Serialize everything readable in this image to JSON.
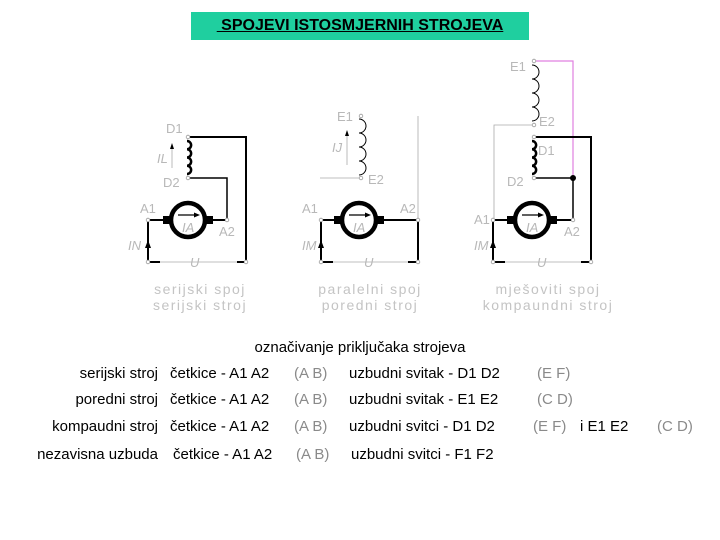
{
  "title": " SPOJEVI ISTOSMJERNIH STROJEVA",
  "colors": {
    "title_bg": "#1fcf9f",
    "compound_link": "#e080e0",
    "labels": "#b8b8b8"
  },
  "diagrams": [
    {
      "labels": {
        "coil_top": "D1",
        "coil_bottom": "D2",
        "current": "IL",
        "a1": "A1",
        "a2": "A2",
        "motor": "IA",
        "line_current": "IN",
        "voltage": "U"
      },
      "caption": [
        "serijski  spoj",
        "serijski  stroj"
      ]
    },
    {
      "labels": {
        "coil_top": "E1",
        "coil_bottom": "E2",
        "current": "IJ",
        "a1": "A1",
        "a2": "A2",
        "motor": "IA",
        "line_current": "IM",
        "voltage": "U"
      },
      "caption": [
        "paralelni  spoj",
        "poredni  stroj"
      ]
    },
    {
      "labels": {
        "coil1_top": "E1",
        "coil1_bottom": "E2",
        "coil_top": "D1",
        "coil_bottom": "D2",
        "a1": "A1",
        "a2": "A2",
        "motor": "IA",
        "line_current": "IM",
        "voltage": "U"
      },
      "caption": [
        "mješoviti  spoj",
        "kompaundni  stroj"
      ]
    }
  ],
  "table": {
    "heading": "označivanje priključaka strojeva",
    "rows": [
      {
        "label": "serijski stroj",
        "brushes": "četkice - A1  A2",
        "brushes_old": "(A  B)",
        "coils": "uzbudni svitak - D1  D2",
        "coils_old": "(E  F)"
      },
      {
        "label": "poredni stroj",
        "brushes": "četkice - A1  A2",
        "brushes_old": "(A  B)",
        "coils": "uzbudni svitak - E1  E2",
        "coils_old": "(C  D)"
      },
      {
        "label": "kompaudni stroj",
        "brushes": "četkice - A1  A2",
        "brushes_old": "(A  B)",
        "coils": "uzbudni svitci - D1  D2",
        "coils_old": "(E  F)",
        "coils2": "i  E1  E2",
        "coils2_old": "(C  D)"
      },
      {
        "label": "nezavisna uzbuda",
        "brushes": "četkice - A1  A2",
        "brushes_old": "(A  B)",
        "coils": "uzbudni svitci - F1  F2"
      }
    ]
  }
}
